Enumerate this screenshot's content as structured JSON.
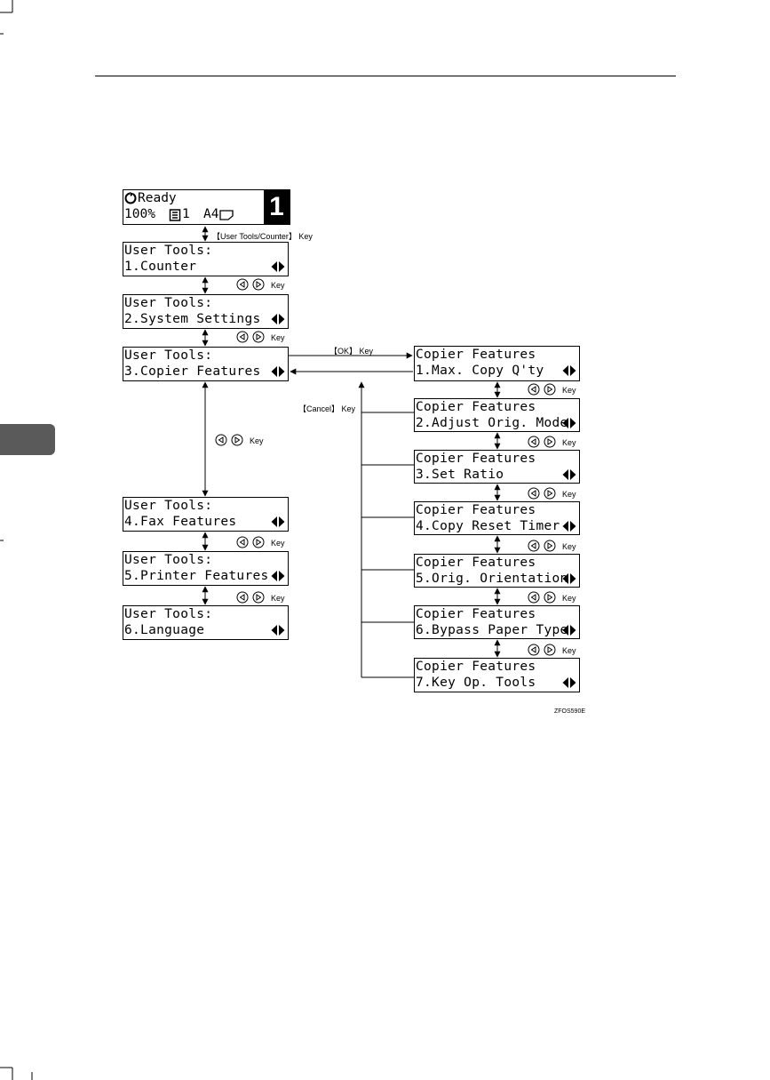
{
  "status_screen": {
    "status": "Ready",
    "zoom": "100%",
    "quantity": "1",
    "paper": "A4",
    "copy_count": "1"
  },
  "labels": {
    "user_tools_counter_key": "【User Tools/Counter】 Key",
    "ok_key": "【OK】 Key",
    "cancel_key": "【Cancel】 Key",
    "key": "Key",
    "figure_code": "ZFOS590E"
  },
  "user_tools": [
    {
      "line1": "User Tools:",
      "line2": "1.Counter"
    },
    {
      "line1": "User Tools:",
      "line2": "2.System Settings"
    },
    {
      "line1": "User Tools:",
      "line2": "3.Copier Features"
    },
    {
      "line1": "User Tools:",
      "line2": "4.Fax Features"
    },
    {
      "line1": "User Tools:",
      "line2": "5.Printer Features"
    },
    {
      "line1": "User Tools:",
      "line2": "6.Language"
    }
  ],
  "copier_features": [
    {
      "line1": "Copier Features",
      "line2": "1.Max. Copy Q'ty"
    },
    {
      "line1": "Copier Features",
      "line2": "2.Adjust Orig. Mode"
    },
    {
      "line1": "Copier Features",
      "line2": "3.Set Ratio"
    },
    {
      "line1": "Copier Features",
      "line2": "4.Copy Reset Timer"
    },
    {
      "line1": "Copier Features",
      "line2": "5.Orig. Orientation"
    },
    {
      "line1": "Copier Features",
      "line2": "6.Bypass Paper Type"
    },
    {
      "line1": "Copier Features",
      "line2": "7.Key Op. Tools"
    }
  ]
}
